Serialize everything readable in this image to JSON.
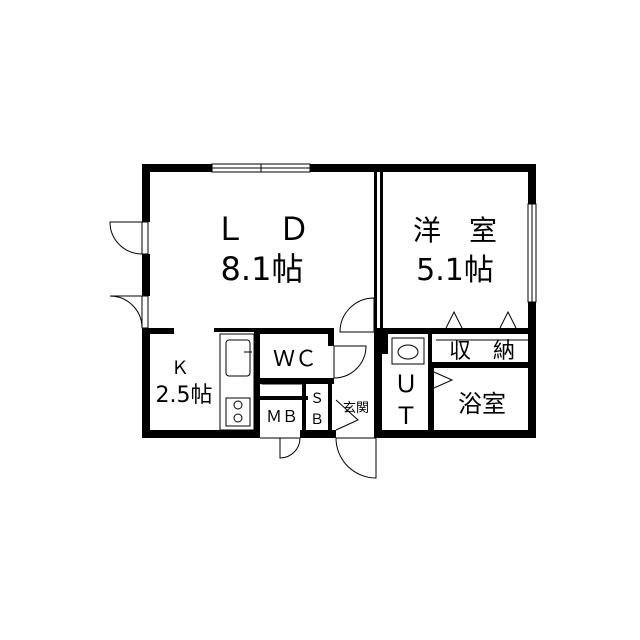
{
  "rooms": {
    "ld": {
      "name": "Ｌ　Ｄ",
      "size": "8.1帖"
    },
    "western": {
      "name": "洋　室",
      "size": "5.1帖"
    },
    "kitchen": {
      "name": "Ｋ",
      "size": "2.5帖"
    },
    "wc": "ＷＣ",
    "storage": "収　納",
    "bath": "浴室",
    "ut": {
      "u": "Ｕ",
      "t": "Ｔ"
    },
    "mb": "ＭＢ",
    "sb": {
      "s": "Ｓ",
      "b": "Ｂ"
    },
    "entrance": "玄関"
  },
  "colors": {
    "wall": "#000000",
    "background": "#ffffff"
  }
}
